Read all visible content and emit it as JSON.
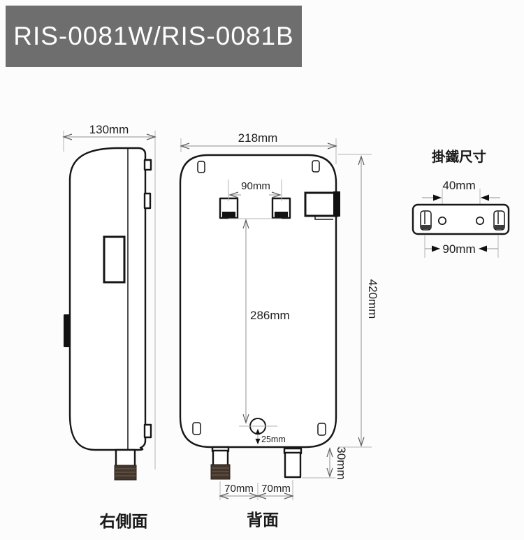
{
  "header": {
    "model": "RIS-0081W/RIS-0081B"
  },
  "side_view": {
    "label": "右側面",
    "dim_depth": "130mm"
  },
  "back_view": {
    "label": "背面",
    "dim_width": "218mm",
    "dim_hook_spacing": "90mm",
    "dim_hook_to_drain": "286mm",
    "dim_drain_to_bottom": "25mm",
    "dim_pipe_protrusion": "30mm",
    "dim_left_pipe_offset": "70mm",
    "dim_right_pipe_offset": "70mm",
    "dim_height": "420mm"
  },
  "bracket": {
    "title": "掛鐵尺寸",
    "dim_hole_spacing": "40mm",
    "dim_hook_spacing": "90mm"
  },
  "colors": {
    "header_bg": "#6e6e6e",
    "header_text": "#ffffff",
    "outline": "#161616",
    "reference_line": "#b3b3b3",
    "dimension_line": "#909090",
    "pipe_thread_fill": "#43362c",
    "background": "#fcfcfc"
  }
}
